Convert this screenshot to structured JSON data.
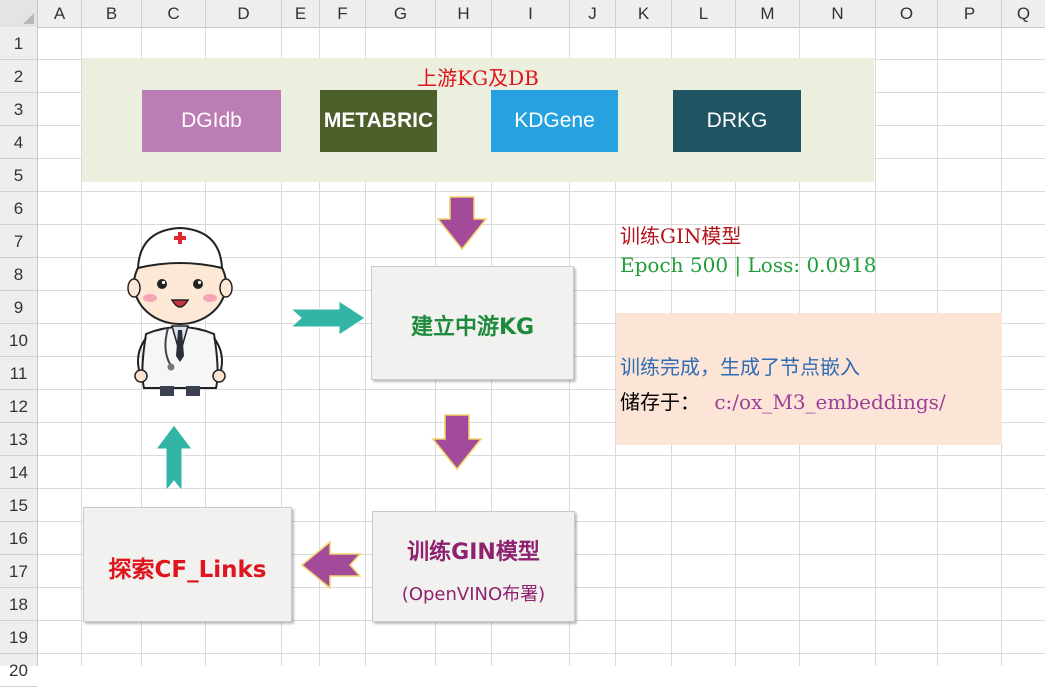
{
  "sheet": {
    "columns": [
      "A",
      "B",
      "C",
      "D",
      "E",
      "F",
      "G",
      "H",
      "I",
      "J",
      "K",
      "L",
      "M",
      "N",
      "O",
      "P",
      "Q"
    ],
    "rows": [
      "1",
      "2",
      "3",
      "4",
      "5",
      "6",
      "7",
      "8",
      "9",
      "10",
      "11",
      "12",
      "13",
      "14",
      "15",
      "16",
      "17",
      "18",
      "19",
      "20"
    ]
  },
  "upstream": {
    "title": "上游KG及DB",
    "tags": [
      {
        "label": "DGIdb",
        "color": "#bc7cb4"
      },
      {
        "label": "METABRIC",
        "color": "#4d5f2a"
      },
      {
        "label": "KDGene",
        "color": "#27a2e0"
      },
      {
        "label": "DRKG",
        "color": "#1f5462"
      }
    ]
  },
  "flow": {
    "build_kg": "建立中游KG",
    "train_title": "训练GIN模型",
    "train_sub": "(OpenVINO布署)",
    "explore": "探索CF_Links"
  },
  "training_info": {
    "title": "训练GIN模型",
    "epoch_line": "Epoch 500 | Loss: 0.0918"
  },
  "result": {
    "line1": "训练完成，生成了节点嵌入",
    "line2_label": "储存于：",
    "path": "c:/ox_M3_embeddings/"
  },
  "colors": {
    "arrow_down": "#a44a9a",
    "arrow_teal": "#33b5a6",
    "build_text": "#1e8a3c",
    "train_text": "#8e2270",
    "explore_text": "#e0141c",
    "info_title": "#b5141c",
    "info_epoch": "#1f9e3a",
    "result_line1": "#2e6db4",
    "result_path": "#9b3f98"
  }
}
